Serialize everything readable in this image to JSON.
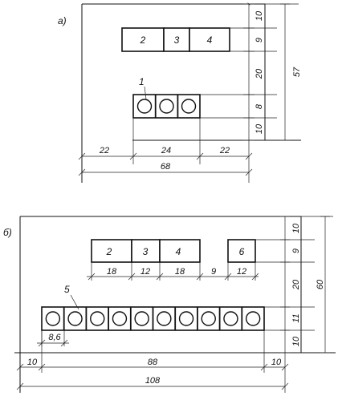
{
  "figure_a": {
    "label": "а)",
    "callout_seat": "1",
    "boxes": [
      "2",
      "3",
      "4"
    ],
    "dims_right": [
      "10",
      "9",
      "20",
      "8",
      "10"
    ],
    "dim_total_height": "57",
    "dims_bottom": [
      "22",
      "24",
      "22"
    ],
    "dim_total_width": "68"
  },
  "figure_b": {
    "label": "б)",
    "callout_seat": "5",
    "boxes": [
      "2",
      "3",
      "4",
      "6"
    ],
    "dims_under_boxes": [
      "18",
      "12",
      "18",
      "9",
      "12"
    ],
    "dim_seat_pitch": "8,6",
    "dims_right": [
      "10",
      "9",
      "20",
      "11",
      "10"
    ],
    "dim_total_height": "60",
    "dims_bottom_row": [
      "10",
      "88",
      "10"
    ],
    "dim_total_width": "108"
  }
}
